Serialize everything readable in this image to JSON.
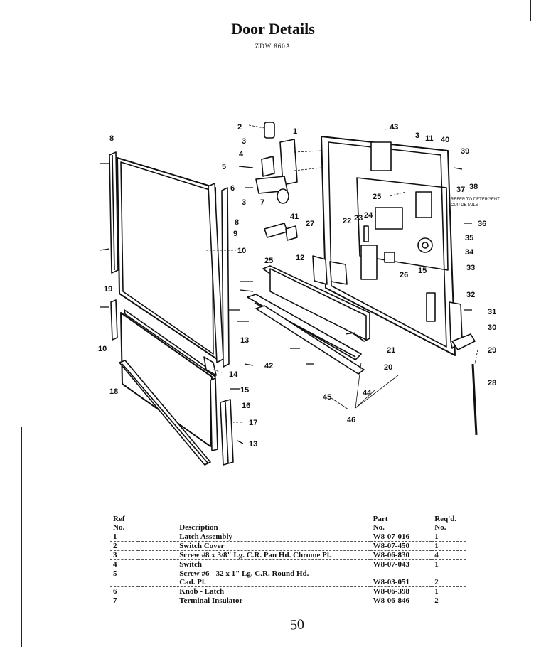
{
  "page": {
    "title": "Door Details",
    "model": "ZDW 860A",
    "page_number": "50"
  },
  "diagram": {
    "note_line1": "REFER TO DETERGENT",
    "note_line2": "CUP DETAILS",
    "callouts": [
      "1",
      "2",
      "3",
      "4",
      "5",
      "6",
      "7",
      "8",
      "9",
      "10",
      "11",
      "12",
      "13",
      "14",
      "15",
      "16",
      "17",
      "18",
      "19",
      "20",
      "21",
      "22",
      "23",
      "24",
      "25",
      "26",
      "27",
      "28",
      "29",
      "30",
      "31",
      "32",
      "33",
      "34",
      "35",
      "36",
      "37",
      "38",
      "39",
      "40",
      "41",
      "42",
      "43",
      "44",
      "45",
      "46"
    ]
  },
  "parts_table": {
    "headers": {
      "ref": "Ref",
      "ref2": "No.",
      "description": "Description",
      "part": "Part",
      "part2": "No.",
      "req": "Req'd.",
      "req2": "No."
    },
    "rows": [
      {
        "ref": "1",
        "description": "Latch Assembly",
        "part": "W8-07-016",
        "qty": "1"
      },
      {
        "ref": "2",
        "description": "Switch Cover",
        "part": "W8-07-450",
        "qty": "1"
      },
      {
        "ref": "3",
        "description": "Screw #8 x 3/8\" Lg. C.R. Pan Hd. Chrome Pl.",
        "part": "W8-06-830",
        "qty": "4"
      },
      {
        "ref": "4",
        "description": "Switch",
        "part": "W8-07-043",
        "qty": "1"
      },
      {
        "ref": "5",
        "description": "Screw #6 - 32 x 1\" Lg. C.R. Round Hd.",
        "part": "",
        "qty": ""
      },
      {
        "ref": "",
        "description": "Cad. Pl.",
        "part": "W8-03-051",
        "qty": "2"
      },
      {
        "ref": "6",
        "description": "Knob - Latch",
        "part": "W8-06-398",
        "qty": "1"
      },
      {
        "ref": "7",
        "description": "Terminal Insulator",
        "part": "W8-06-846",
        "qty": "2"
      }
    ]
  }
}
